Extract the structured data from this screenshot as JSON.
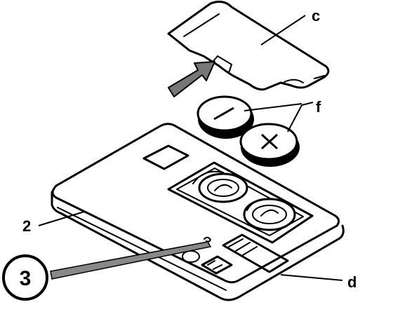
{
  "labels": {
    "cover": "c",
    "batteries": "f",
    "keycard": "2",
    "release_ref": "3",
    "slot": "d"
  }
}
